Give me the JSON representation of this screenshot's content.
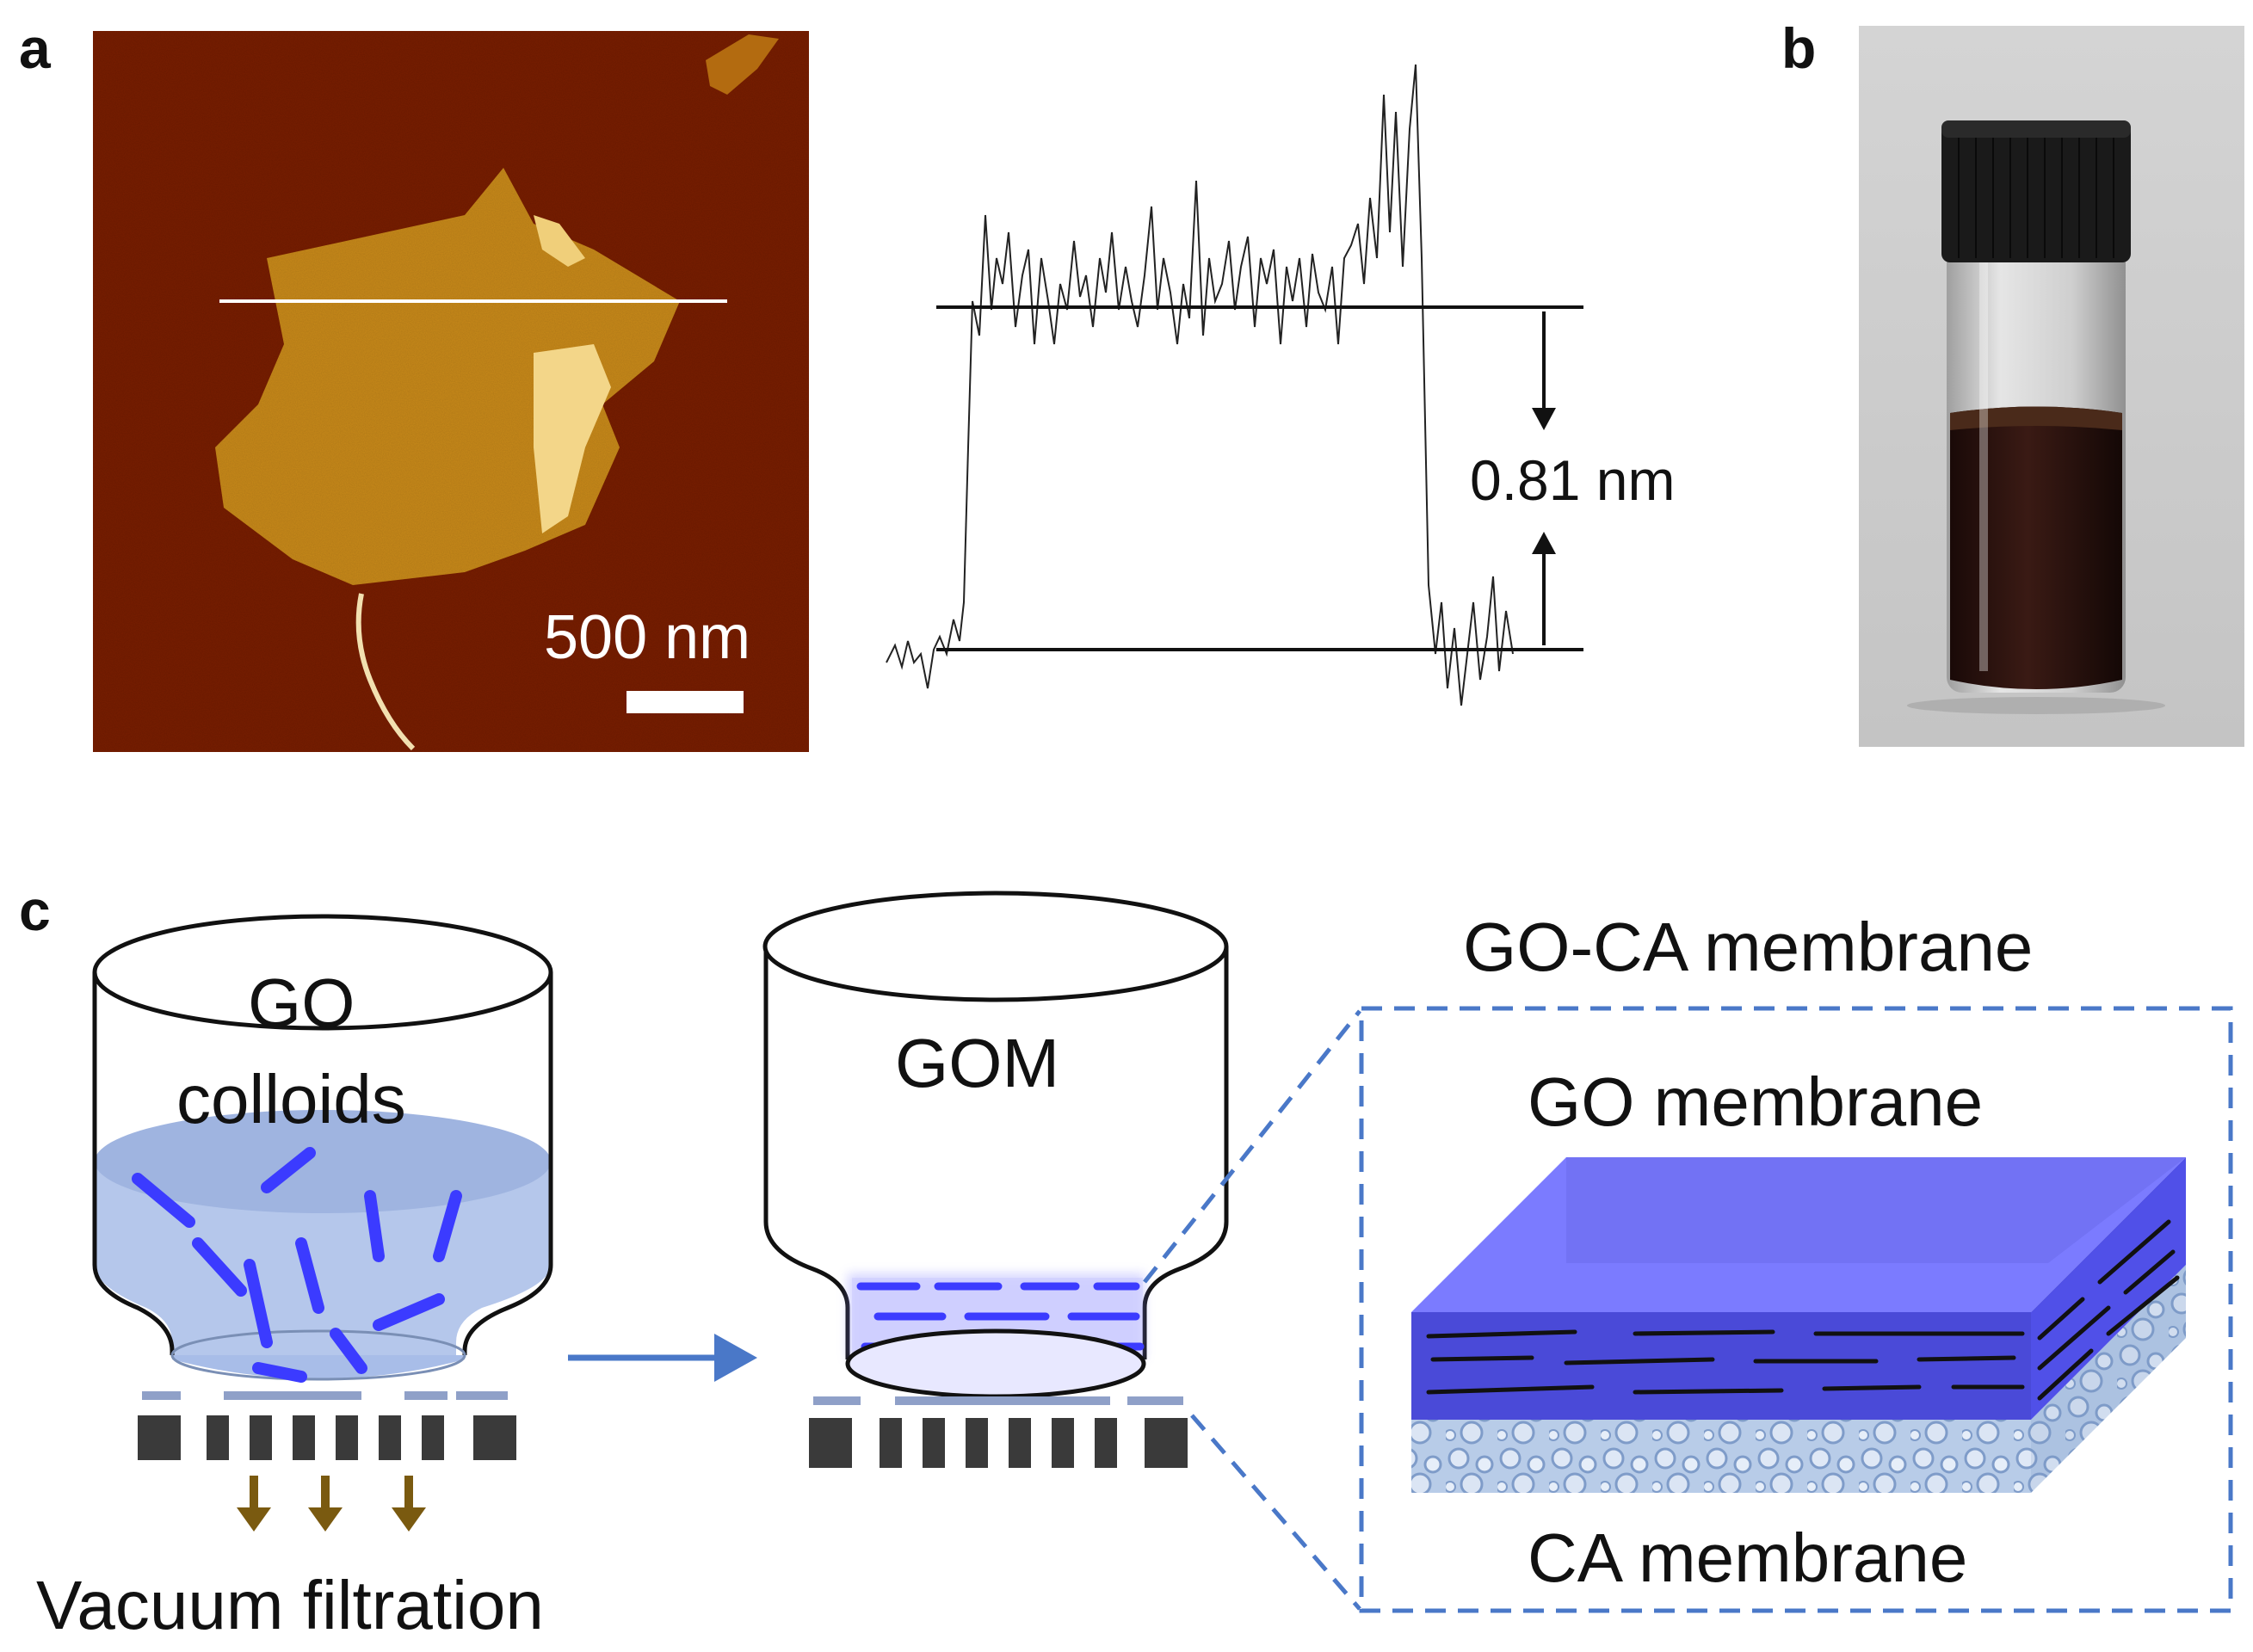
{
  "panels": {
    "a": {
      "letter": "a",
      "scale_bar_label": "500 nm",
      "height_label": "0.81 nm"
    },
    "b": {
      "letter": "b"
    },
    "c": {
      "letter": "c",
      "beaker1_label_line1": "GO",
      "beaker1_label_line2": "colloids",
      "beaker2_label": "GOM",
      "process_label": "Vacuum filtration",
      "composite_label": "GO-CA membrane",
      "top_layer_label": "GO membrane",
      "bottom_layer_label": "CA membrane"
    }
  },
  "colors": {
    "afm_background": "#7a1e00",
    "afm_flake": "#c98a1a",
    "go_blue": "#3b3bff",
    "solution_blue": "#a8bde8",
    "dashed_box": "#4a78c8",
    "arrow_blue": "#4a78c8",
    "filtrate_arrow": "#7a5a10",
    "support_gray": "#3a3a3a"
  }
}
